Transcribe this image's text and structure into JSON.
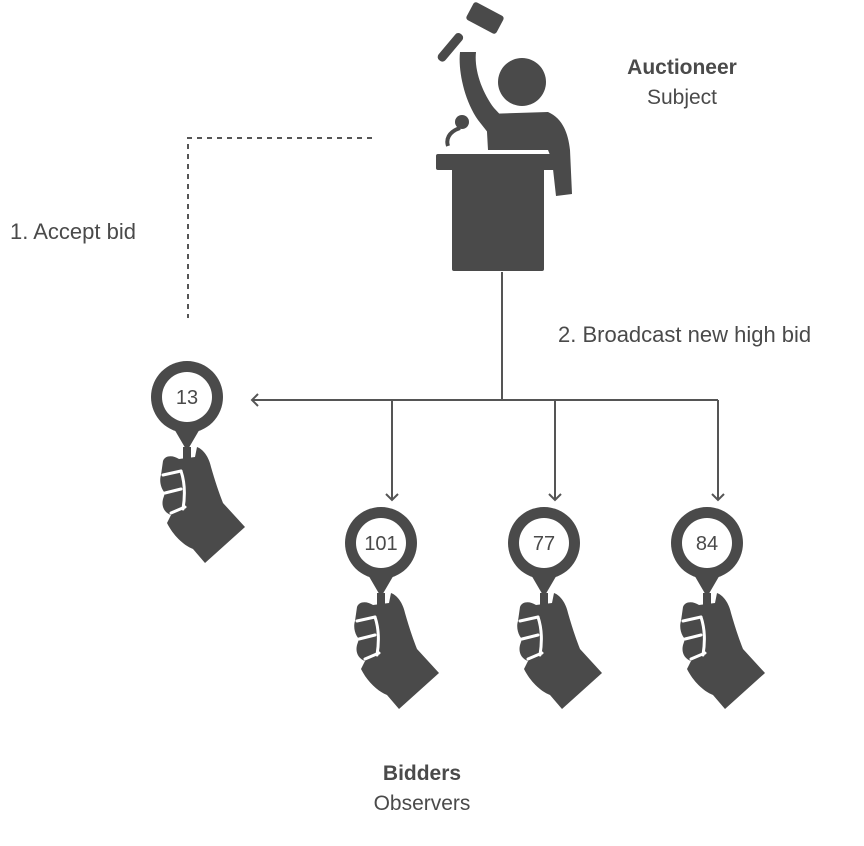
{
  "auctioneer": {
    "title": "Auctioneer",
    "subtitle": "Subject"
  },
  "bidders": {
    "title": "Bidders",
    "subtitle": "Observers"
  },
  "steps": {
    "accept": "1. Accept bid",
    "broadcast": "2. Broadcast new high bid"
  },
  "paddles": [
    {
      "number": "13",
      "role": "bidder-accepted"
    },
    {
      "number": "101",
      "role": "observer"
    },
    {
      "number": "77",
      "role": "observer"
    },
    {
      "number": "84",
      "role": "observer"
    }
  ],
  "colors": {
    "icon": "#4a4a4a",
    "line": "#555555",
    "background": "#ffffff"
  }
}
